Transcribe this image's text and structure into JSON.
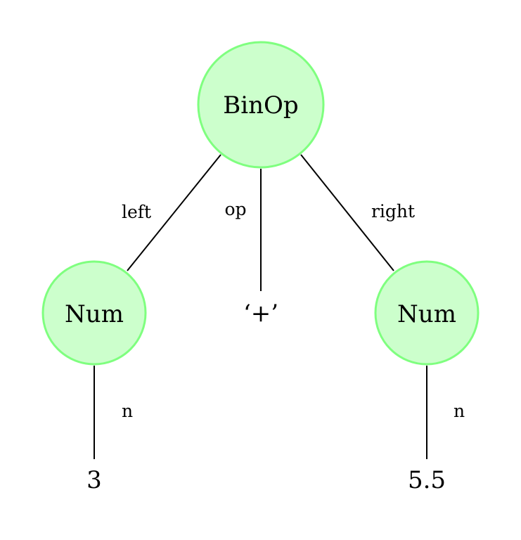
{
  "diagram": {
    "colors": {
      "node_fill": "#ccffcc",
      "node_stroke": "#7fff7f",
      "edge": "#000000",
      "text": "#000000"
    },
    "nodes": {
      "root": {
        "label": "BinOp"
      },
      "left": {
        "label": "Num"
      },
      "right": {
        "label": "Num"
      }
    },
    "edges": {
      "left": {
        "label": "left"
      },
      "op": {
        "label": "op"
      },
      "right": {
        "label": "right"
      },
      "left_n": {
        "label": "n"
      },
      "right_n": {
        "label": "n"
      }
    },
    "leaves": {
      "op_value": {
        "label": "‘+’"
      },
      "left_value": {
        "label": "3"
      },
      "right_value": {
        "label": "5.5"
      }
    }
  }
}
